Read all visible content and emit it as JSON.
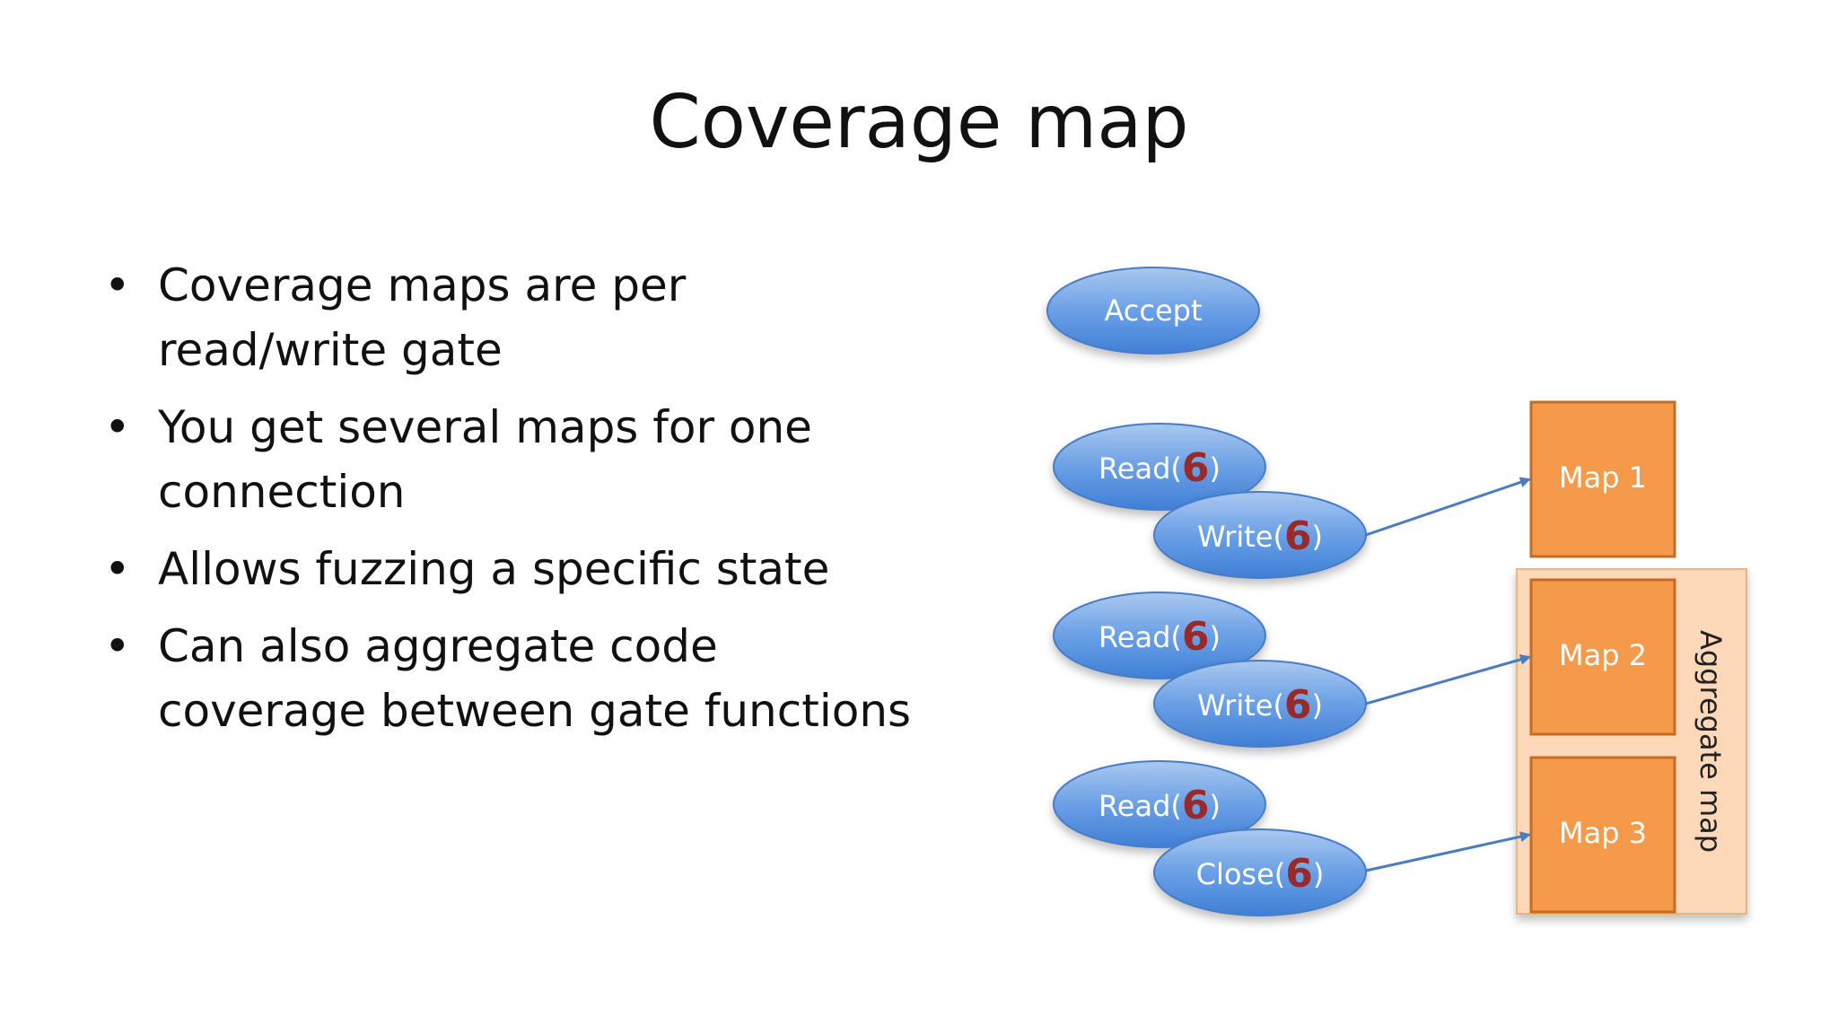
{
  "slide": {
    "title": "Coverage map",
    "bullets": [
      {
        "line1": "Coverage maps are per",
        "line2": "read/write gate"
      },
      {
        "line1": "You get several maps for one",
        "line2": "connection"
      },
      {
        "line1": "Allows fuzzing a specific state",
        "line2": ""
      },
      {
        "line1": "Can also aggregate code",
        "line2": "coverage between gate functions"
      }
    ],
    "bullet_char": "•"
  },
  "diagram": {
    "accept_label": "Accept",
    "ops": [
      {
        "name": "Read(",
        "fd": "6",
        "close": ")"
      },
      {
        "name": "Write(",
        "fd": "6",
        "close": ")"
      },
      {
        "name": "Read(",
        "fd": "6",
        "close": ")"
      },
      {
        "name": "Write(",
        "fd": "6",
        "close": ")"
      },
      {
        "name": "Read(",
        "fd": "6",
        "close": ")"
      },
      {
        "name": "Close(",
        "fd": "6",
        "close": ")"
      }
    ],
    "maps": [
      "Map 1",
      "Map 2",
      "Map 3"
    ],
    "aggregate_label": "Aggregate map",
    "colors": {
      "ellipse_fill_top": "#8fb8ea",
      "ellipse_fill_bottom": "#3f7fd6",
      "ellipse_stroke": "#4a7cc4",
      "fd_number": "#9a2a2a",
      "map_fill": "#f49a4a",
      "map_stroke": "#c86a20",
      "aggregate_fill": "#fdd9b9",
      "aggregate_stroke": "#f2b27a",
      "arrow": "#4a7cc0"
    }
  }
}
